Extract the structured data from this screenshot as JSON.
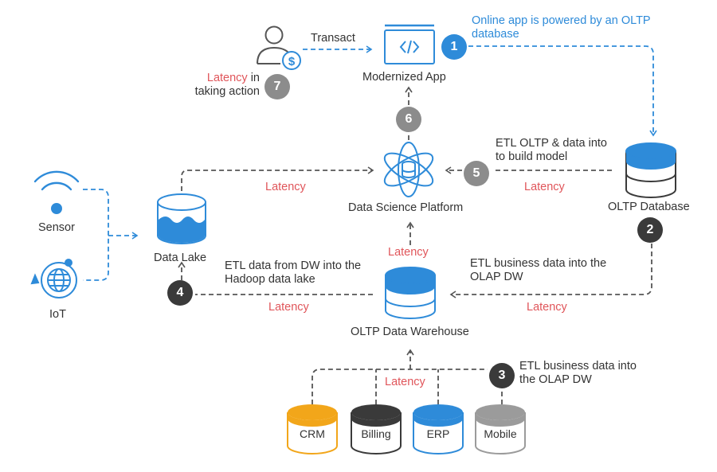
{
  "nodes": {
    "user": {
      "label": "Transact",
      "icon": "user-dollar-icon"
    },
    "latency_action": {
      "prefix": "Latency",
      "suffix": " in",
      "line2": "taking action"
    },
    "app": {
      "label": "Modernized App",
      "icon": "code-window-icon"
    },
    "app_note": {
      "line1": "Online app is powered by an OLTP",
      "line2": "database"
    },
    "oltp_db": {
      "label": "OLTP Database",
      "icon": "database-icon"
    },
    "dsp": {
      "label": "Data Science Platform",
      "icon": "atom-database-icon"
    },
    "data_lake": {
      "label": "Data Lake",
      "icon": "water-tank-icon"
    },
    "warehouse": {
      "label": "OLTP Data Warehouse",
      "icon": "database-icon"
    },
    "sensor": {
      "label": "Sensor",
      "icon": "wifi-sensor-icon"
    },
    "iot": {
      "label": "IoT",
      "icon": "globe-network-icon"
    }
  },
  "sources": [
    {
      "label": "CRM",
      "color": "#f2a61a"
    },
    {
      "label": "Billing",
      "color": "#3a3a3a"
    },
    {
      "label": "ERP",
      "color": "#2e8bd9"
    },
    {
      "label": "Mobile",
      "color": "#9b9b9b"
    }
  ],
  "steps": [
    {
      "number": "1",
      "color": "#2e8bd9"
    },
    {
      "number": "2",
      "color": "#3a3a3a",
      "text1": "ETL business data into the",
      "text2": "OLAP DW"
    },
    {
      "number": "3",
      "color": "#3a3a3a",
      "text1": "ETL business data into",
      "text2": "the OLAP DW"
    },
    {
      "number": "4",
      "color": "#3a3a3a",
      "text1": "ETL data from DW into the",
      "text2": "Hadoop data lake"
    },
    {
      "number": "5",
      "color": "#8c8c8c",
      "text1": "ETL OLTP & data into",
      "text2": "to build model"
    },
    {
      "number": "6",
      "color": "#8c8c8c"
    },
    {
      "number": "7",
      "color": "#8c8c8c"
    }
  ],
  "latency": {
    "lake_to_dsp": "Latency",
    "db_to_dsp": "Latency",
    "wh_to_dsp": "Latency",
    "db_to_wh": "Latency",
    "wh_to_lake": "Latency",
    "sources_to_wh": "Latency"
  },
  "colors": {
    "accent_blue": "#2e8bd9",
    "latency_red": "#e0555a",
    "dark": "#3a3a3a",
    "gray": "#8c8c8c",
    "crm_orange": "#f2a61a"
  }
}
